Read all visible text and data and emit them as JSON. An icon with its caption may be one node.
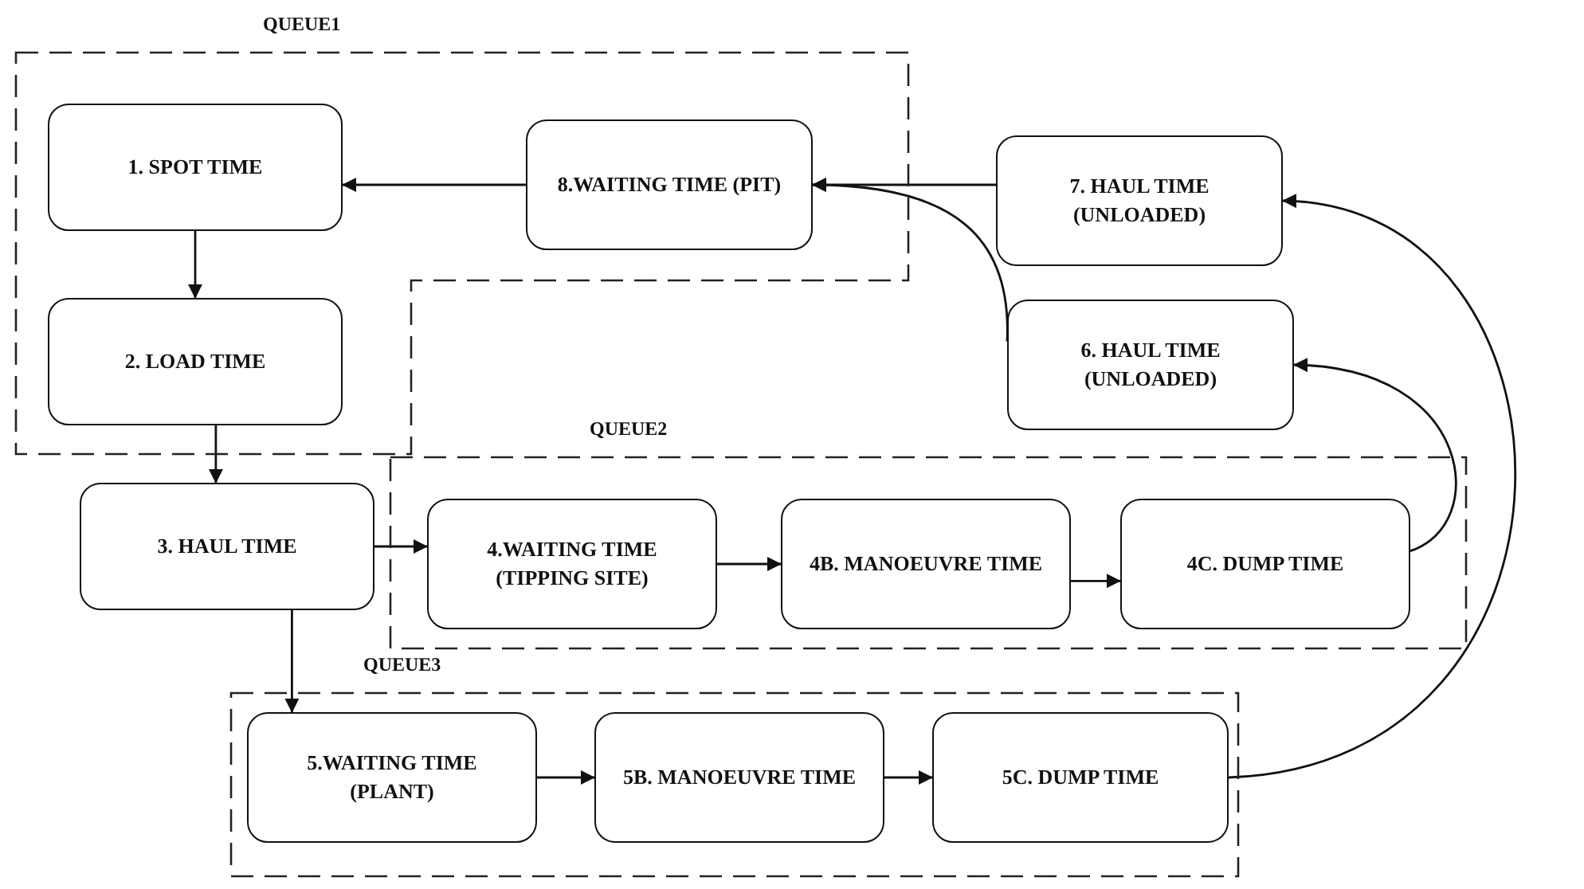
{
  "diagram": {
    "nodes": [
      {
        "text": [
          "QUEUE1"
        ]
      },
      {
        "text": [
          "1. SPOT TIME"
        ],
        "in": 0
      },
      {
        "text": [
          "8.WAITING TIME (PIT)"
        ],
        "in": 0
      },
      {
        "text": [
          "7. HAUL TIME (UNLOADED)"
        ]
      },
      {
        "text": [
          "2. LOAD TIME"
        ],
        "in": 0
      },
      {
        "text": [
          "6. HAUL TIME (UNLOADED)"
        ]
      },
      {
        "text": [
          "QUEUE2"
        ]
      },
      {
        "text": [
          "3. HAUL TIME"
        ]
      },
      {
        "text": [
          "4.WAITING TIME (TIPPING SITE)"
        ],
        "in": 6
      },
      {
        "text": [
          "4B. MANOEUVRE TIME"
        ],
        "in": 6
      },
      {
        "text": [
          "4C. DUMP TIME"
        ],
        "in": 6
      },
      {
        "text": [
          "QUEUE3"
        ]
      },
      {
        "text": [
          "5.WAITING TIME (PLANT)"
        ],
        "in": 11
      },
      {
        "text": [
          "5B. MANOEUVRE TIME"
        ],
        "in": 11
      },
      {
        "text": [
          "5C. DUMP TIME"
        ],
        "in": 11
      }
    ],
    "edges": [
      {
        "from": 3,
        "to": 2,
        "arrow": "to"
      },
      {
        "from": 2,
        "to": 1,
        "arrow": "to"
      },
      {
        "from": 1,
        "to": 4,
        "arrow": "to"
      },
      {
        "from": 4,
        "to": 7,
        "arrow": "to"
      },
      {
        "from": 7,
        "to": 8,
        "arrow": "to"
      },
      {
        "from": 8,
        "to": 9,
        "arrow": "to"
      },
      {
        "from": 9,
        "to": 10,
        "arrow": "to"
      },
      {
        "from": 10,
        "to": 5,
        "arrow": "to"
      },
      {
        "from": 5,
        "to": 2,
        "arrow": "to"
      },
      {
        "from": 7,
        "to": 12,
        "arrow": "to"
      },
      {
        "from": 12,
        "to": 13,
        "arrow": "to"
      },
      {
        "from": 13,
        "to": 14,
        "arrow": "to"
      },
      {
        "from": 14,
        "to": 3,
        "arrow": "to"
      }
    ]
  }
}
